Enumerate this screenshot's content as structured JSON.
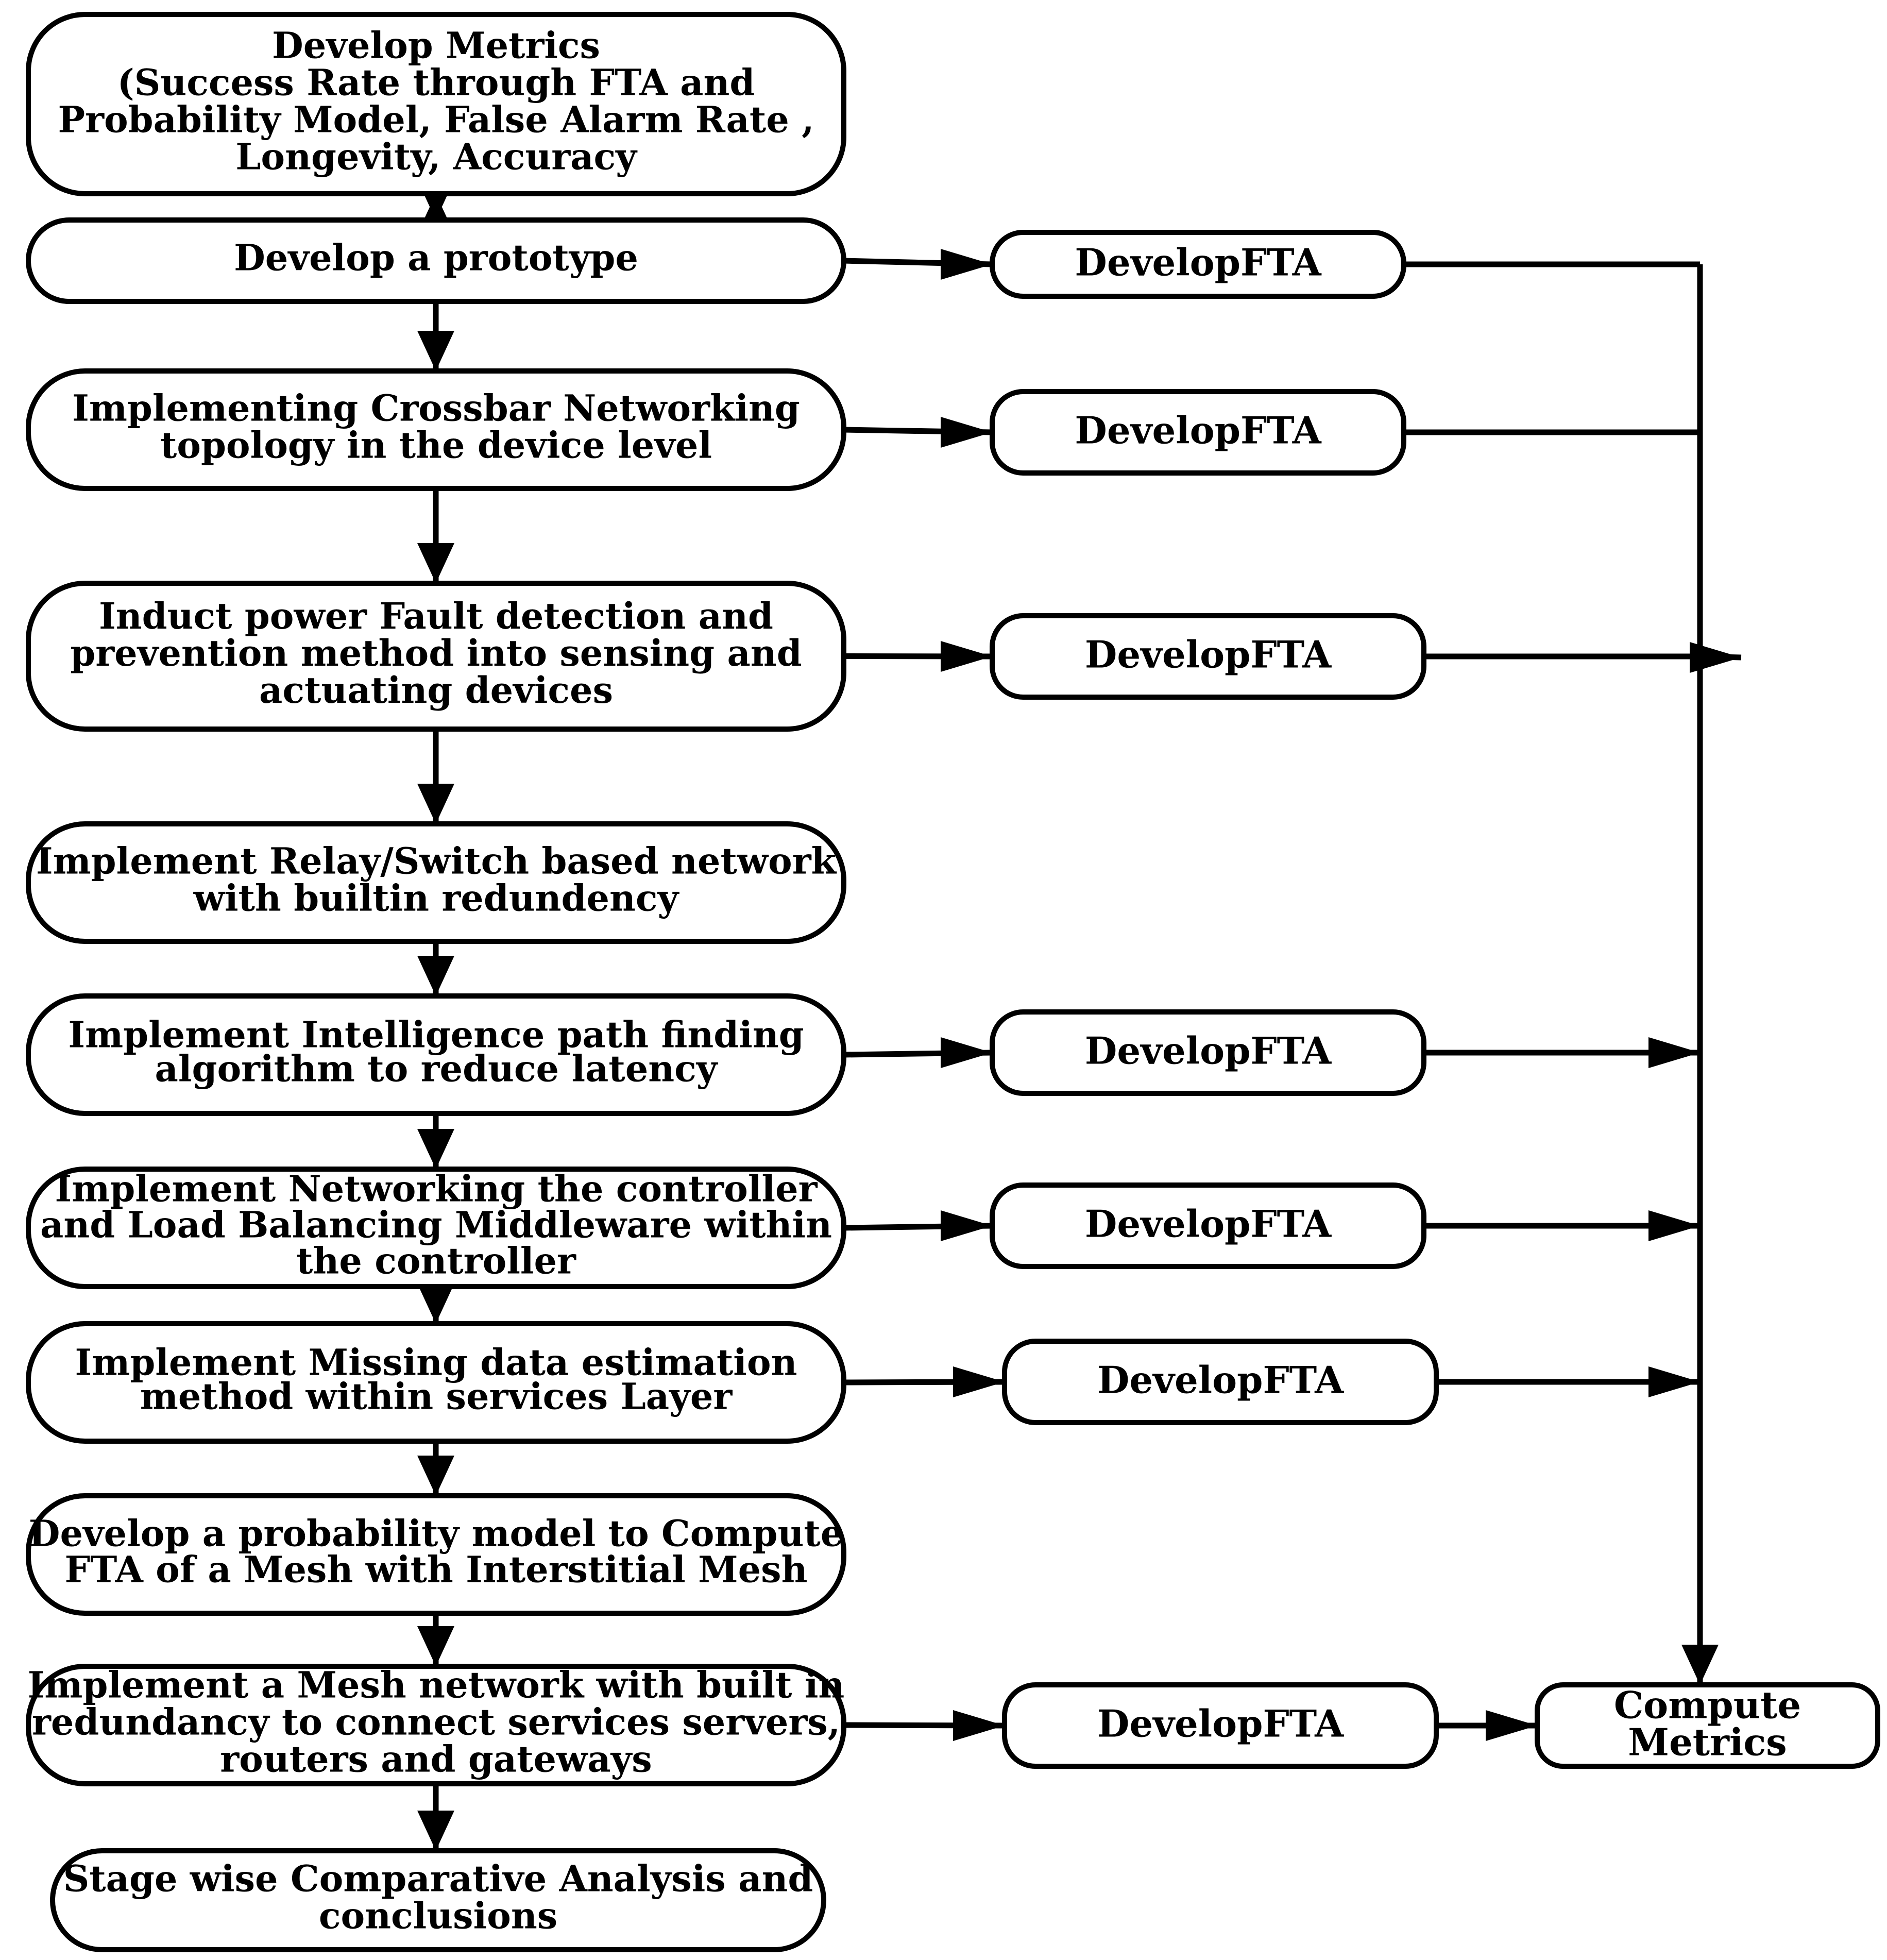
{
  "colors": {
    "stroke": "#000000",
    "fill": "#ffffff",
    "text": "#000000"
  },
  "main_steps": [
    {
      "id": "metrics",
      "lines": [
        "Develop Metrics",
        "(Success Rate through FTA and",
        "Probability Model, False Alarm Rate ,",
        "Longevity, Accuracy"
      ]
    },
    {
      "id": "prototype",
      "lines": [
        "Develop a prototype"
      ]
    },
    {
      "id": "crossbar",
      "lines": [
        "Implementing Crossbar Networking",
        "topology in the device level"
      ]
    },
    {
      "id": "power-fault",
      "lines": [
        "Induct power Fault detection and",
        "prevention method into sensing and",
        "actuating devices"
      ]
    },
    {
      "id": "relay-switch",
      "lines": [
        "Implement Relay/Switch based network",
        "with builtin redundency"
      ]
    },
    {
      "id": "path-finding",
      "lines": [
        "Implement Intelligence path finding",
        "algorithm to reduce latency"
      ]
    },
    {
      "id": "load-balancing",
      "lines": [
        "Implement Networking the controller",
        "and Load Balancing Middleware within",
        "the controller"
      ]
    },
    {
      "id": "missing-data",
      "lines": [
        "Implement Missing data estimation",
        "method within services Layer"
      ]
    },
    {
      "id": "probability-model",
      "lines": [
        "Develop a probability model to Compute",
        "FTA of a Mesh with Interstitial Mesh"
      ]
    },
    {
      "id": "mesh-network",
      "lines": [
        "Implement a Mesh network with built in",
        "redundancy to connect services servers,",
        "routers and gateways"
      ]
    },
    {
      "id": "comparative",
      "lines": [
        "Stage wise Comparative Analysis and",
        "conclusions"
      ]
    }
  ],
  "fta_nodes": [
    {
      "id": "fta-1",
      "source": "prototype",
      "label": "DevelopFTA"
    },
    {
      "id": "fta-2",
      "source": "crossbar",
      "label": "DevelopFTA"
    },
    {
      "id": "fta-3",
      "source": "power-fault",
      "label": "DevelopFTA"
    },
    {
      "id": "fta-4",
      "source": "path-finding",
      "label": "DevelopFTA"
    },
    {
      "id": "fta-5",
      "source": "load-balancing",
      "label": "DevelopFTA"
    },
    {
      "id": "fta-6",
      "source": "missing-data",
      "label": "DevelopFTA"
    },
    {
      "id": "fta-7",
      "source": "mesh-network",
      "label": "DevelopFTA"
    }
  ],
  "compute_node": {
    "id": "compute-metrics",
    "lines": [
      "Compute",
      "Metrics"
    ]
  }
}
